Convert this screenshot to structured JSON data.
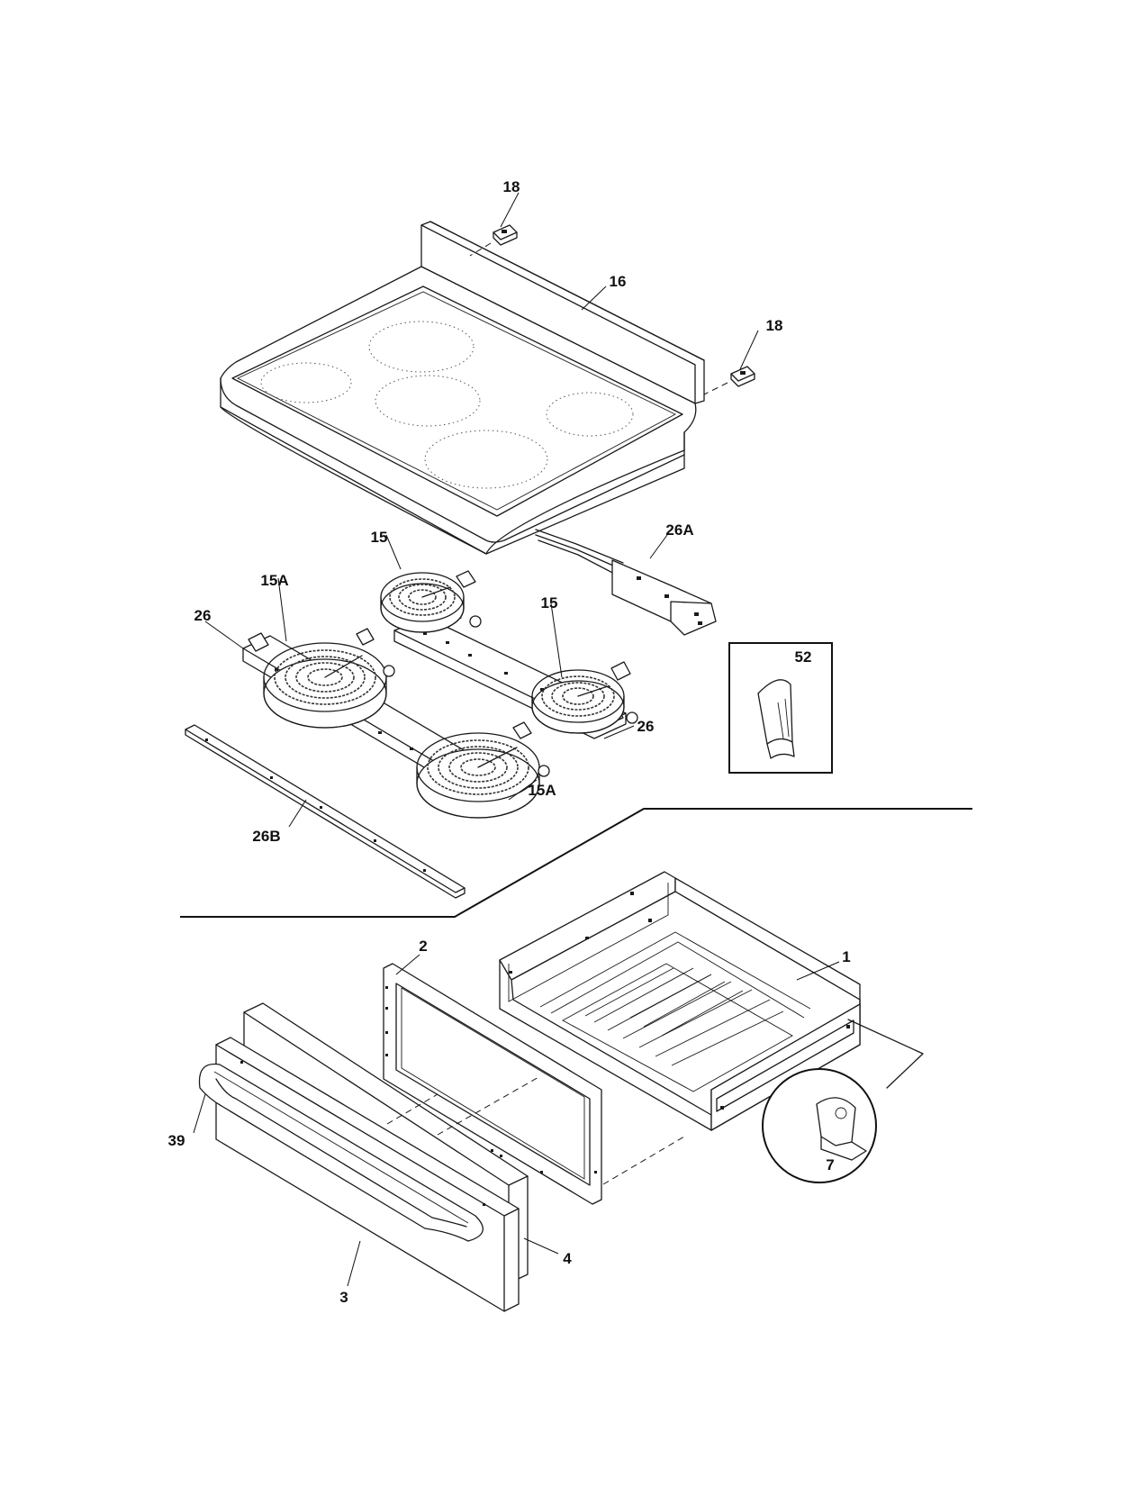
{
  "parts": {
    "18a": "18",
    "16": "16",
    "18b": "18",
    "15a": "15",
    "26A": "26A",
    "15A_left": "15A",
    "15b": "15",
    "26_left": "26",
    "52": "52",
    "26_right": "26",
    "15A_front": "15A",
    "26B": "26B",
    "1": "1",
    "2": "2",
    "39": "39",
    "7": "7",
    "4": "4",
    "3": "3"
  }
}
